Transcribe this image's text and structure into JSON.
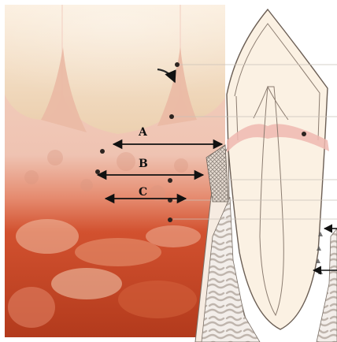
{
  "figure": {
    "measurements": [
      {
        "label": "A"
      },
      {
        "label": "B"
      },
      {
        "label": "C"
      }
    ]
  },
  "colors": {
    "tooth_enamel": "#f2dcc2",
    "gingiva_pink": "#ebb7a6",
    "alveolar_mucosa_red": "#c8421f",
    "arrow": "#111111",
    "bone_pattern": "#cfc6bf"
  },
  "icons": [
    "double-headed-arrow",
    "arrowhead-marker",
    "dot-marker",
    "tooth-cross-section",
    "bone-trabecular-pattern"
  ]
}
